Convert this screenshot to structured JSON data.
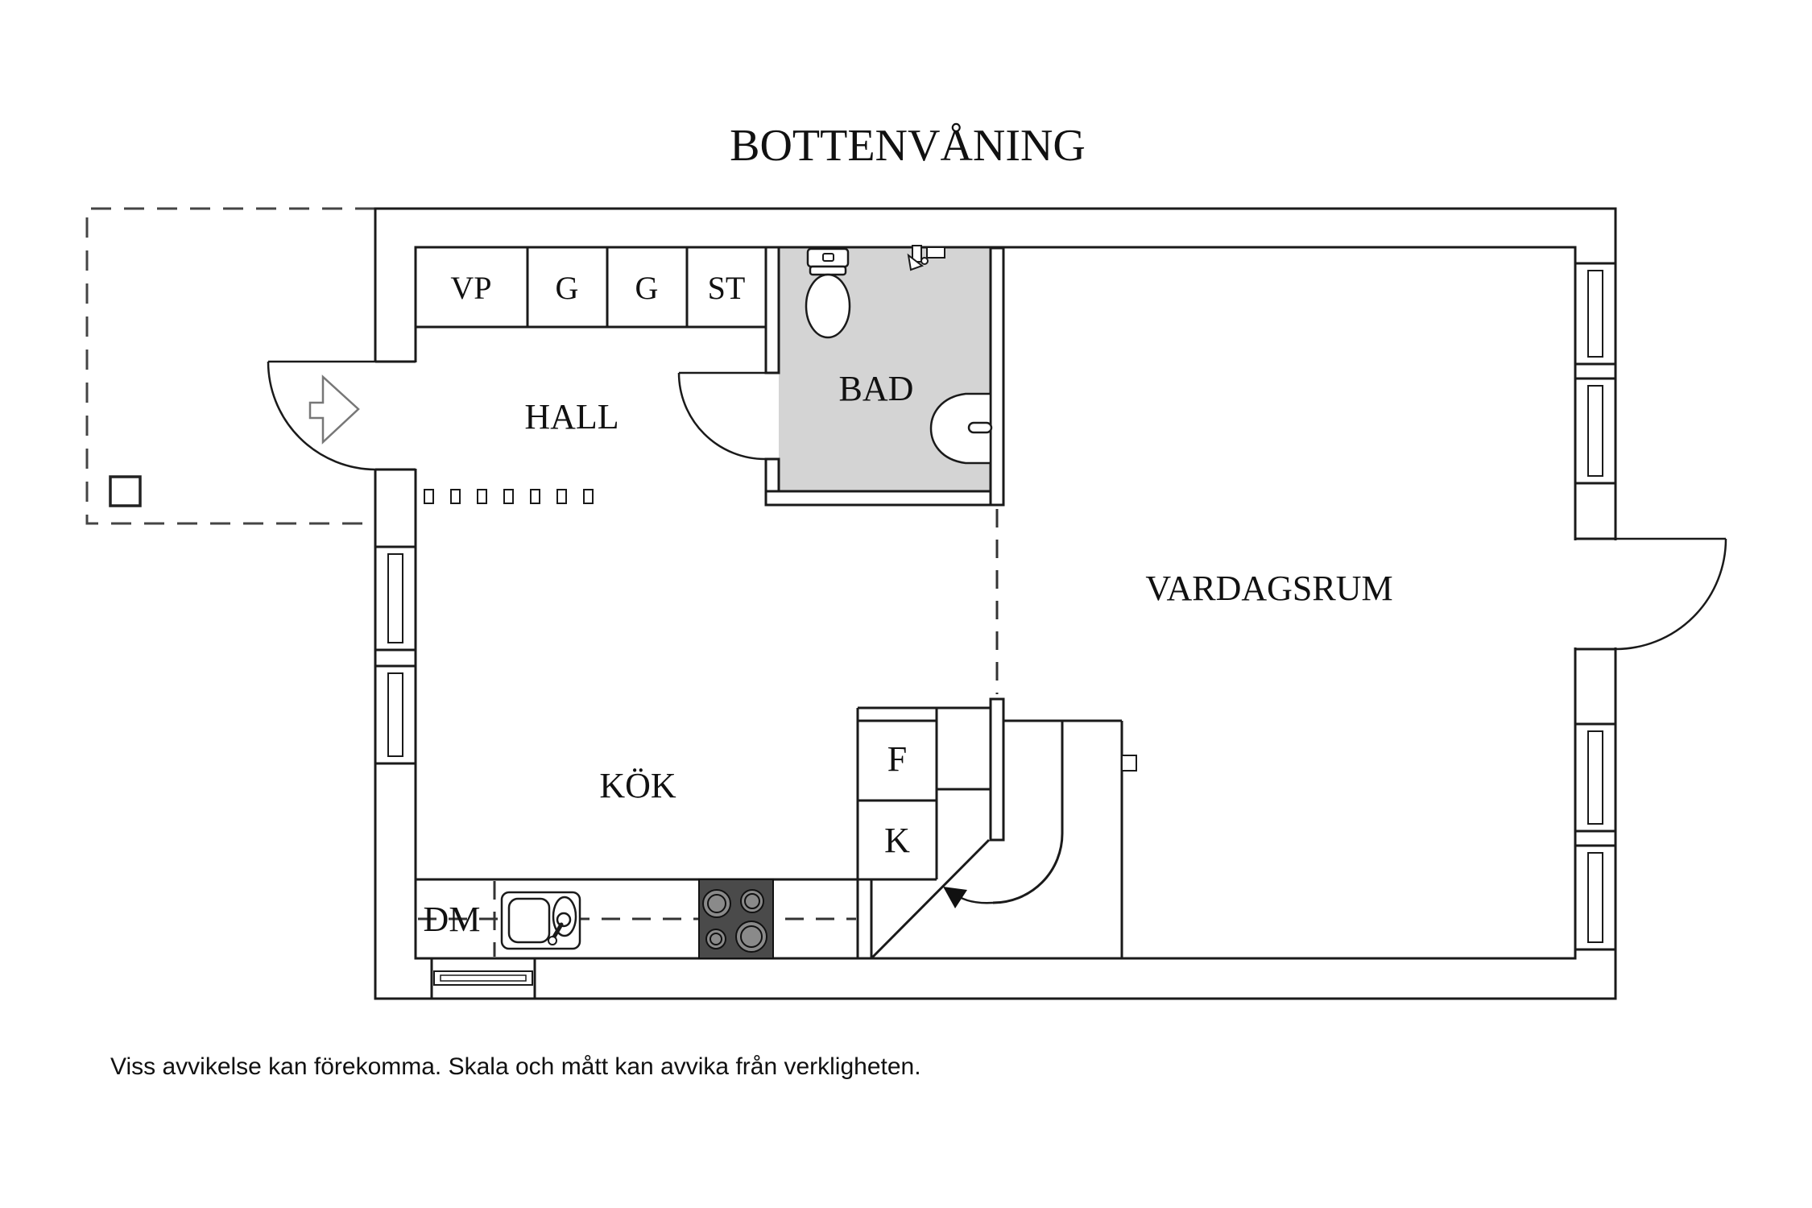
{
  "title": "BOTTENVÅNING",
  "disclaimer": "Viss avvikelse kan förekomma. Skala och mått kan avvika från verkligheten.",
  "rooms": {
    "hall": "HALL",
    "bathroom": "BAD",
    "kitchen": "KÖK",
    "living_room": "VARDAGSRUM"
  },
  "fixtures": {
    "water_heater": "VP",
    "wardrobe_1": "G",
    "wardrobe_2": "G",
    "storage": "ST",
    "fridge": "F",
    "freezer": "K",
    "dishwasher": "DM"
  },
  "colors": {
    "background": "#ffffff",
    "wall_line": "#1a1a1a",
    "bathroom_floor": "#d4d4d4",
    "stove_body": "#4a4a4a",
    "stove_burner": "#8a8a8a"
  }
}
